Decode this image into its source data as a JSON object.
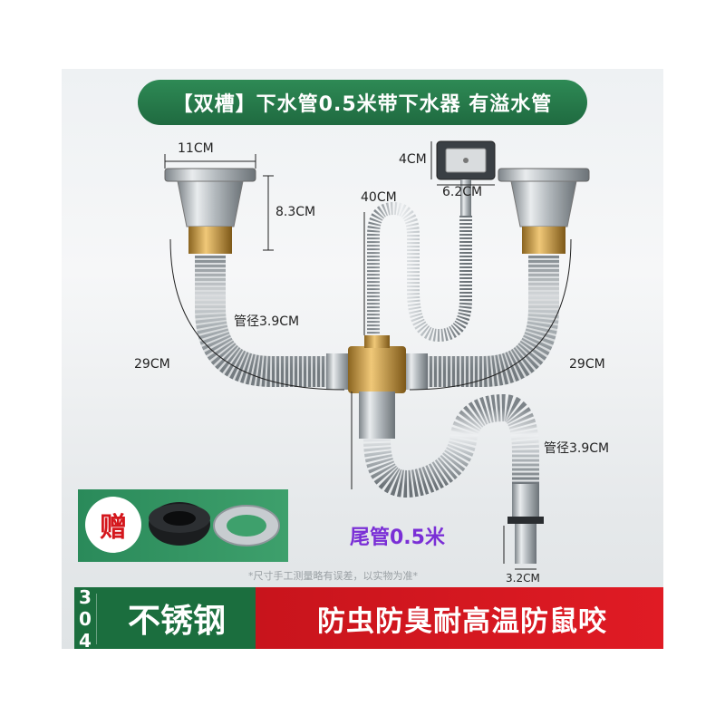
{
  "title": "【双槽】下水管0.5米带下水器 有溢水管",
  "dimensions": {
    "strainer_width": "11CM",
    "strainer_height": "8.3CM",
    "overflow_height": "4CM",
    "overflow_width": "6.2CM",
    "overflow_hose": "40CM",
    "left_pipe_diameter": "管径3.9CM",
    "left_length": "29CM",
    "right_length": "29CM",
    "right_pipe_diameter": "管径3.9CM",
    "tail_diameter": "3.2CM"
  },
  "gift": {
    "label": "赠"
  },
  "tail_pipe_label": "尾管0.5米",
  "note": "*尺寸手工测量略有误差，以实物为准*",
  "bottom_banner": {
    "grade": "304",
    "material": "不锈钢",
    "features": "防虫防臭耐高温防鼠咬"
  },
  "colors": {
    "green": "#1f6a40",
    "red": "#d4161c",
    "purple": "#7a2fd6"
  }
}
